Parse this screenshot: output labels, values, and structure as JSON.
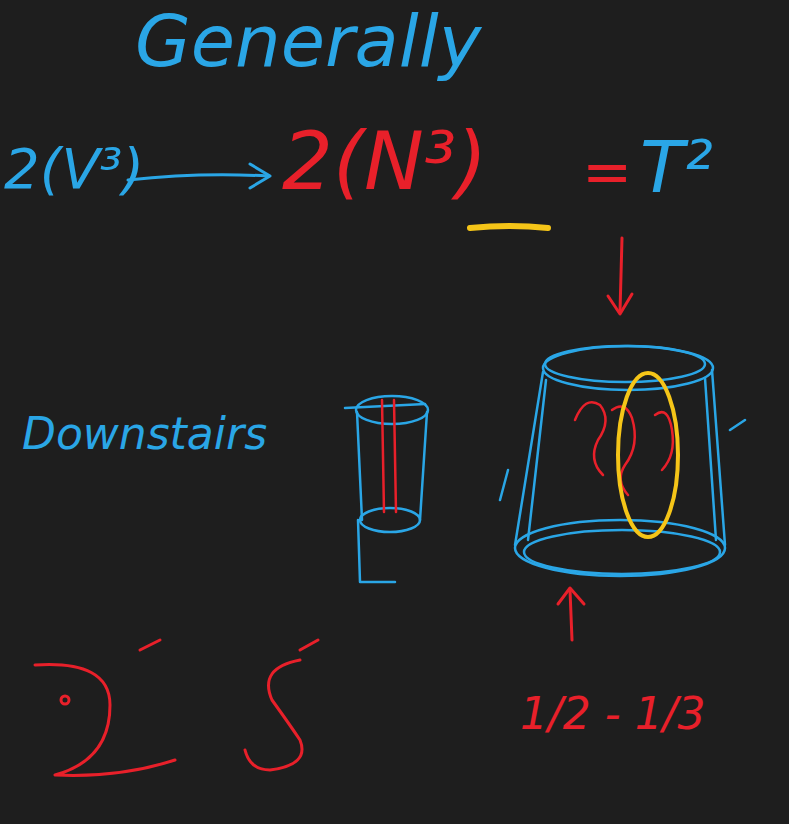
{
  "diagram": {
    "title": "Generally",
    "labels": [
      "2(V³)",
      "2(N³)",
      "=",
      "T²",
      "Downstairs",
      "1/2 - 1/3"
    ]
  }
}
